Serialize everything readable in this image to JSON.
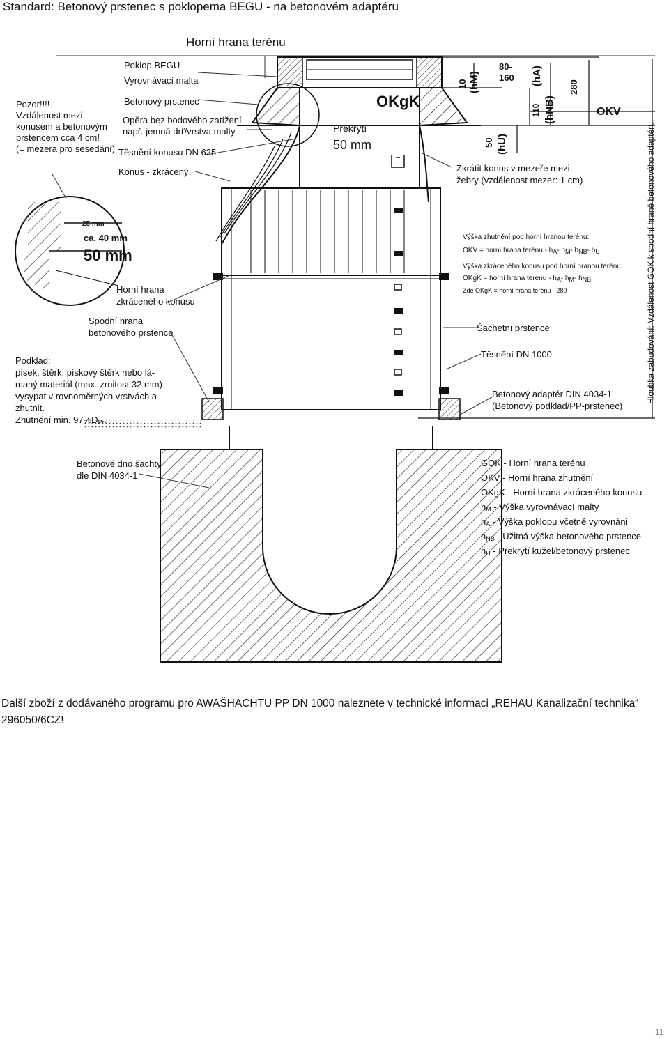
{
  "page_title": "Standard: Betonový prstenec s poklopema BEGU - na betonovém adaptéru",
  "top_label": "Horní hrana terénu",
  "left_labels": {
    "pozor": "Pozor!!!!\nVzdálenost mezi\nkonusem a betonovým\nprstencem cca 4 cm!\n(= mezera pro sesedání)",
    "poklop": "Poklop BEGU",
    "malta": "Vyrovnávací malta",
    "prstenec": "Betonový prstenec",
    "opera": "Opěra bez bodového zatížení\nnapř. jemná drť/vrstva malty",
    "tesneni_625": "Těsnění konusu DN 625",
    "konus": "Konus - zkrácený",
    "horni_hrana_konusu": "Horní hrana\nzkráceného konusu",
    "spodni_hrana": "Spodní hrana\nbetonového prstence",
    "podklad_lines": [
      "Podklad:",
      "písek, štěrk, pískový štěrk nebo lá-",
      "maný materiál (max. zrnitost 32 mm)",
      "vysypat v rovnoměrných vrstvách a",
      "zhutnit."
    ],
    "zhutneni_main": "Zhutnění min. 97%D",
    "zhutneni_sub": "Pr",
    "zhutneni_tail": "."
  },
  "detail_labels": {
    "d25": "25 mm",
    "d40": "ca. 40 mm",
    "d50": "50 mm"
  },
  "center_labels": {
    "prekryti": "Překrytí",
    "prekryti_value": "50 mm",
    "okgk": "OKgK"
  },
  "right_labels": {
    "zkratit": "Zkrátit konus v mezeře mezi\nžebry (vzdálenost mezer: 1 cm)",
    "vyska_zhutneni": "Výška zhutnění pod horní hranou terénu:",
    "okv_formula": "OKV = horní hrana terénu - h",
    "vyska_konusu": "Výška zkráceného konusu pod horní hranou terénu:",
    "okgk_formula": "OKgK = horní hrana terénu - h",
    "zde": "Zde OKgK = horní hrana terénu - 280",
    "sachetni": "Šachetní prstence",
    "tesneni_1000": "Těsnění DN 1000",
    "adapter": "Betonový adaptér DIN 4034-1\n(Betonový podklad/PP-prstenec)",
    "hloubka": "Hloubka zabudování: Vzdálenost GOK k spodní hraně betonového adaptéru."
  },
  "dimensions": {
    "d10": "10",
    "hm": "(hM)",
    "d80_160": "80-\n160",
    "ha": "(hA)",
    "d280": "280",
    "d110": "110",
    "hnb": "(hNB)",
    "okv": "OKV",
    "d50": "50",
    "hu": "(hU)"
  },
  "bottom_labels": {
    "dno": "Betonové dno šachty\ndle DIN 4034-1"
  },
  "legend": [
    {
      "key": "GOK",
      "sub": "",
      "text": " - Horní hrana terénu"
    },
    {
      "key": "OKV",
      "sub": "",
      "text": " - Horní hrana zhutnění"
    },
    {
      "key": "OKgK",
      "sub": "",
      "text": " - Horní hrana zkráceného konusu"
    },
    {
      "key": "h",
      "sub": "M",
      "text": " - Výška vyrovnávací malty"
    },
    {
      "key": "h",
      "sub": "A",
      "text": " - Výška poklopu včetně vyrovnání"
    },
    {
      "key": "h",
      "sub": "NB",
      "text": " - Užitná výška betonového prstence"
    },
    {
      "key": "h",
      "sub": "U",
      "text": " - Překrytí kužel/betonový prstenec"
    }
  ],
  "footer": {
    "text_line1": "Další zboží z dodávaného programu pro AWAŠHACHTU PP DN 1000 naleznete v technické informaci „REHAU Kanalizační technika“",
    "text_line2": "296050/6CZ!",
    "page_number": "11"
  }
}
